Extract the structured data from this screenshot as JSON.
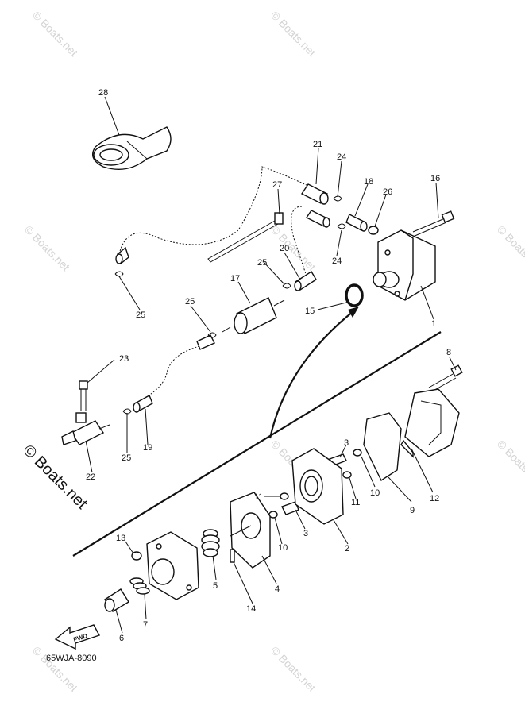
{
  "diagram": {
    "code": "65WJA-8090",
    "fwd_label": "FWD",
    "watermark": "© Boats.net",
    "watermark_large": "© Boats.net"
  },
  "callouts": {
    "c1": "1",
    "c2": "2",
    "c3a": "3",
    "c3b": "3",
    "c4": "4",
    "c5": "5",
    "c6": "6",
    "c7": "7",
    "c8": "8",
    "c9": "9",
    "c10a": "10",
    "c10b": "10",
    "c11a": "11",
    "c11b": "11",
    "c12": "12",
    "c13": "13",
    "c14": "14",
    "c15": "15",
    "c16": "16",
    "c17": "17",
    "c18": "18",
    "c19": "19",
    "c20": "20",
    "c21": "21",
    "c22": "22",
    "c23": "23",
    "c24a": "24",
    "c24b": "24",
    "c25a": "25",
    "c25b": "25",
    "c25c": "25",
    "c26": "26",
    "c27": "27",
    "c28": "28"
  }
}
